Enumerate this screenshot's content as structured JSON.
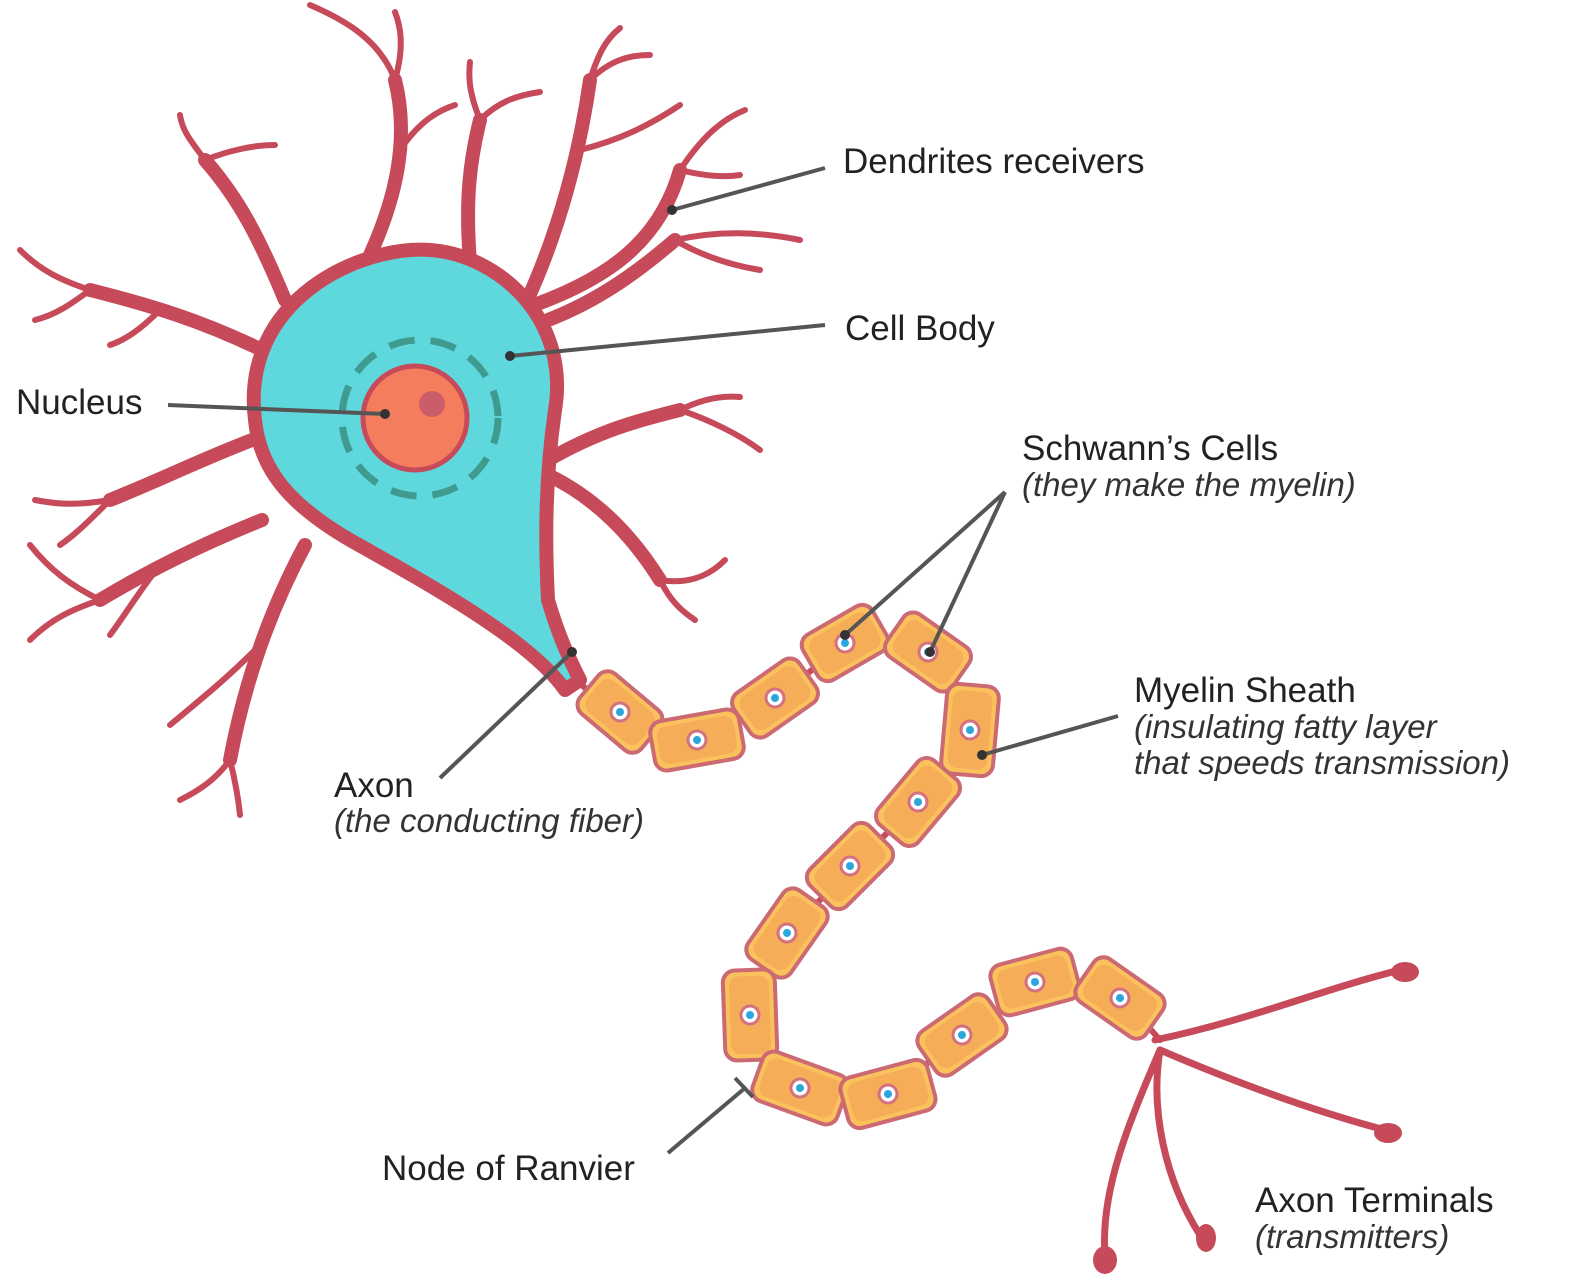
{
  "diagram": {
    "labels": {
      "dendrites": "Dendrites receivers",
      "cell_body": "Cell Body",
      "nucleus": "Nucleus",
      "schwann_title": "Schwann’s Cells",
      "schwann_sub": "(they make the myelin)",
      "myelin_title": "Myelin Sheath",
      "myelin_sub_1": "(insulating fatty layer",
      "myelin_sub_2": "that speeds transmission)",
      "axon_title": "Axon",
      "axon_sub": "(the conducting fiber)",
      "node": "Node of Ranvier",
      "terminals_title": "Axon Terminals",
      "terminals_sub": "(transmitters)"
    },
    "colors": {
      "membrane": "#c64a59",
      "cytoplasm": "#5fd8dd",
      "nucleus": "#f47d5e",
      "nucleolus": "#c95e6a",
      "chromatin": "#3f9a8f",
      "myelin": "#fbc15c",
      "schwann_nucleus": "#2aa7df"
    }
  }
}
